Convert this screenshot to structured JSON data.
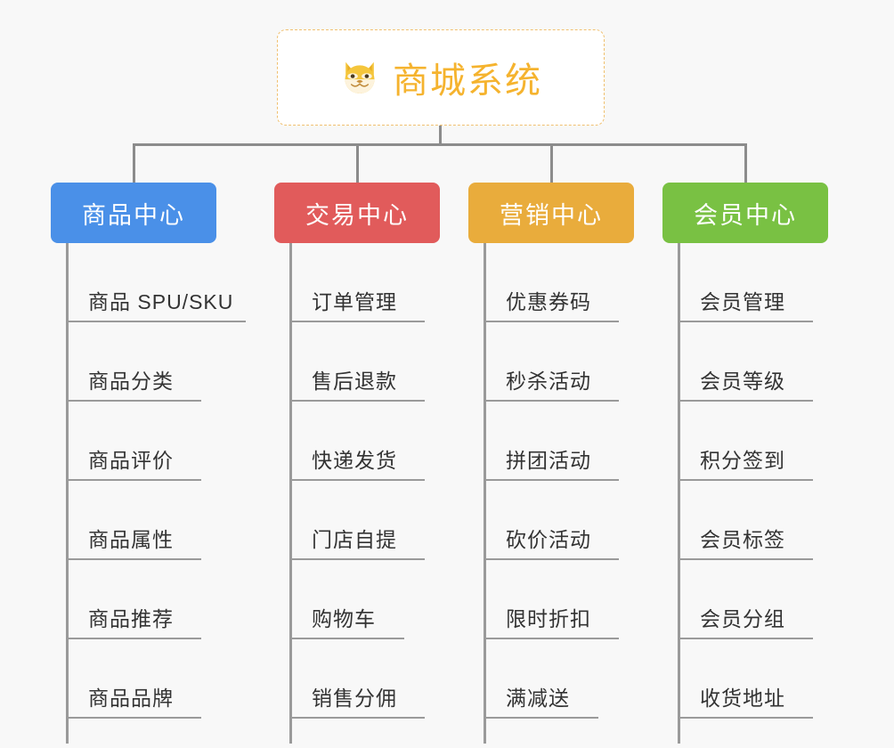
{
  "canvas": {
    "background": "#f8f8f8",
    "line_color": "#8c8c8c"
  },
  "root": {
    "title": "商城系统",
    "icon": "shiba-dog-face-icon",
    "text_color": "#f5b32e",
    "border_color": "#f0c070",
    "background": "#ffffff"
  },
  "columns": [
    {
      "title": "商品中心",
      "color": "#4a90e8",
      "items": [
        {
          "label": "商品 SPU/SKU"
        },
        {
          "label": "商品分类"
        },
        {
          "label": "商品评价"
        },
        {
          "label": "商品属性"
        },
        {
          "label": "商品推荐"
        },
        {
          "label": "商品品牌"
        }
      ]
    },
    {
      "title": "交易中心",
      "color": "#e15b5b",
      "items": [
        {
          "label": "订单管理"
        },
        {
          "label": "售后退款"
        },
        {
          "label": "快递发货"
        },
        {
          "label": "门店自提"
        },
        {
          "label": "购物车"
        },
        {
          "label": "销售分佣"
        }
      ]
    },
    {
      "title": "营销中心",
      "color": "#e9ac3c",
      "items": [
        {
          "label": "优惠券码"
        },
        {
          "label": "秒杀活动"
        },
        {
          "label": "拼团活动"
        },
        {
          "label": "砍价活动"
        },
        {
          "label": "限时折扣"
        },
        {
          "label": "满减送"
        }
      ]
    },
    {
      "title": "会员中心",
      "color": "#79c143",
      "items": [
        {
          "label": "会员管理"
        },
        {
          "label": "会员等级"
        },
        {
          "label": "积分签到"
        },
        {
          "label": "会员标签"
        },
        {
          "label": "会员分组"
        },
        {
          "label": "收货地址"
        }
      ]
    }
  ]
}
